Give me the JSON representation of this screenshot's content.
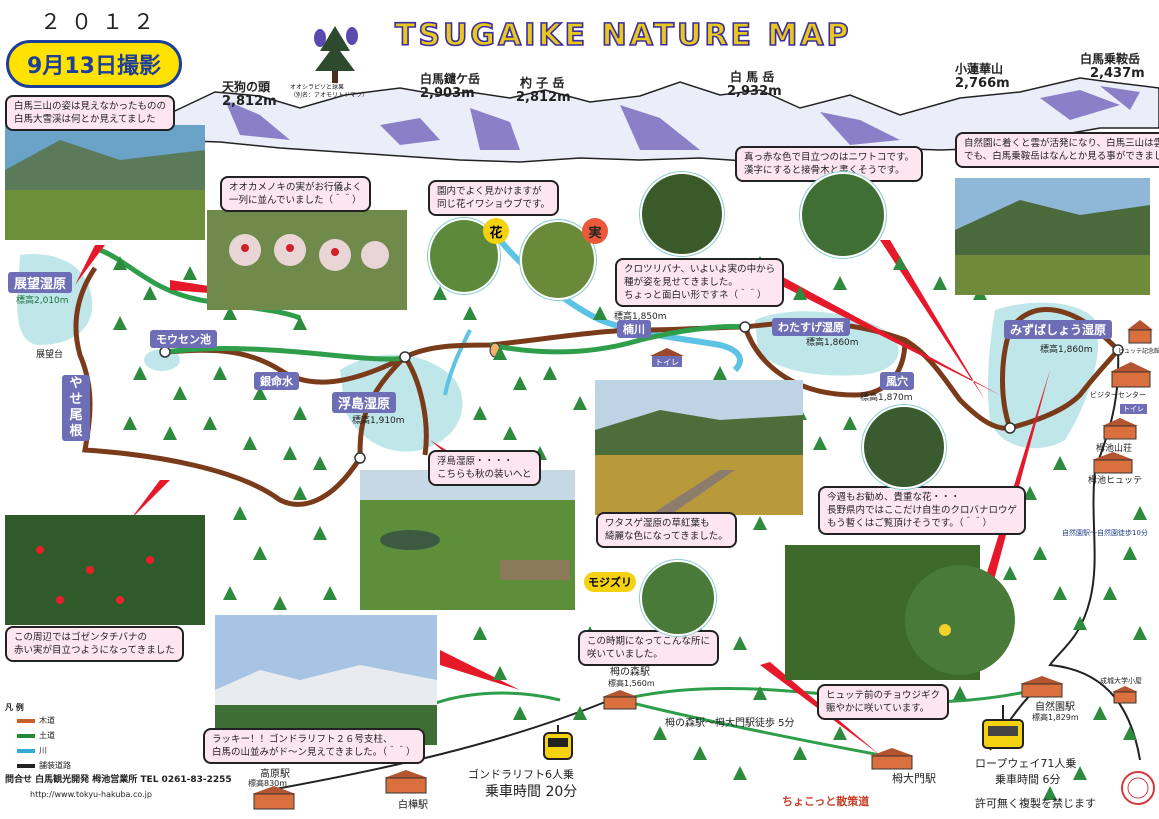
{
  "year": "２０１２",
  "date_badge": "9月13日撮影",
  "title": "TSUGAIKE NATURE MAP",
  "tree_caption": "オオシラビソと球果\n（別名：アオモリトドマツ）",
  "peaks": [
    {
      "name": "天狗の頭",
      "elev": "2,812m"
    },
    {
      "name": "白馬鑓ケ岳",
      "elev": "2,903m"
    },
    {
      "name": "杓 子 岳",
      "elev": "2,812m"
    },
    {
      "name": "白 馬 岳",
      "elev": "2,932m"
    },
    {
      "name": "小蓮華山",
      "elev": "2,766m"
    },
    {
      "name": "白馬乗鞍岳",
      "elev": "2,437m"
    }
  ],
  "callouts": {
    "c1": "白馬三山の姿は見えなかったものの\n白馬大雪渓は何とか見えてました",
    "c2": "オオカメノキの実がお行儀よく\n一列に並んでいました（＾＾）",
    "c3": "園内でよく見かけますが\n同じ花イワショウブです。",
    "c4": "真っ赤な色で目立つのはニワトコです。\n漢字にすると接骨木と書くそうです。",
    "c5": "自然園に着くと雲が活発になり、白馬三山は雲隠れ・・\nでも、白馬乗鞍岳はなんとか見る事ができました。",
    "c6": "クロツリバナ、いよいよ実の中から\n種が姿を見せてきました。\nちょっと面白い形ですネ（＾＾）",
    "c7": "浮島湿原・・・・\nこちらも秋の装いへと",
    "c8": "ワタスゲ湿原の草紅葉も\n綺麗な色になってきました。",
    "c9": "今週もお勧め、貴重な花・・・\n長野県内ではここだけ自生のクロバナロウゲ\nもう暫くはご覧頂けそうです。（＾＾）",
    "c10": "この周辺ではゴゼンタチバナの\n赤い実が目立つようになってきました",
    "c11": "この時期になってこんな所に\n咲いていました。",
    "c12": "ヒュッテ前のチョウジギク\n賑やかに咲いています。",
    "c13": "ラッキー！！ゴンドラリフト２６号支柱、\n白馬の山並みがド～ン見えてきました。（＾＾）"
  },
  "tags": {
    "flower": "花",
    "fruit": "実",
    "mojizuri": "モジズリ"
  },
  "marshes": {
    "tenbo": {
      "name": "展望湿原",
      "elev": "標高2,010m"
    },
    "mousen": {
      "name": "モウセン池"
    },
    "ginmeisui": {
      "name": "銀命水"
    },
    "ukishima": {
      "name": "浮島湿原",
      "elev": "標高1,910m"
    },
    "yase": {
      "name": "やせ尾根"
    },
    "kusunokawa": {
      "name": "楠川",
      "elev": "標高1,850m"
    },
    "watasuge": {
      "name": "わたすげ湿原",
      "elev": "標高1,860m"
    },
    "kazaana": {
      "name": "風穴",
      "elev": "標高1,870m"
    },
    "mizubasho": {
      "name": "みずばしょう湿原",
      "elev": "標高1,860m"
    }
  },
  "places": {
    "tenbodai": "展望台",
    "toilet1": "トイレ",
    "hutte_memorial": "ヒュッテ記念館",
    "visitor": "ビジターセンター",
    "toilet2": "トイレ",
    "sanso": "栂池山荘",
    "hutte": "栂池ヒュッテ",
    "walk": "自然園駅〜自然園徒歩10分",
    "seijo": "成城大学小屋",
    "shizenen_st": "自然園駅",
    "shizenen_elev": "標高1,829m",
    "ropeway": "ロープウェイ71人乗",
    "ropeway_time": "乗車時間 6分",
    "tsuga_mori_st": "栂の森駅",
    "tsuga_mori_elev": "標高1,560m",
    "mori_walk": "栂の森駅〜栂大門駅徒歩 5分",
    "daimon": "栂大門駅",
    "chokotto": "ちょこっと散策道",
    "gondola": "ゴンドラリフト6人乗",
    "gondola_time": "乗車時間 20分",
    "kogen_st": "高原駅",
    "kogen_elev": "標高830m",
    "shirakaba": "白樺駅",
    "no_copy": "許可無く複製を禁じます"
  },
  "legend": {
    "title": "凡 例",
    "items": [
      {
        "label": "木道",
        "color": "#c8602a"
      },
      {
        "label": "土道",
        "color": "#1f8a3a"
      },
      {
        "label": "川",
        "color": "#36a9d6"
      },
      {
        "label": "舗装道路",
        "color": "#222222"
      }
    ]
  },
  "contact": "問合せ 白馬観光開発 栂池営業所 TEL 0261-83-2255",
  "url": "http://www.tokyu-hakuba.co.jp",
  "colors": {
    "trail_wood": "#7a3b1a",
    "trail_dirt": "#2f9e4a",
    "river": "#5cc3e4",
    "pond": "#bfe6e8",
    "tree": "#2e8b3e",
    "callout": "#fde6f0"
  }
}
